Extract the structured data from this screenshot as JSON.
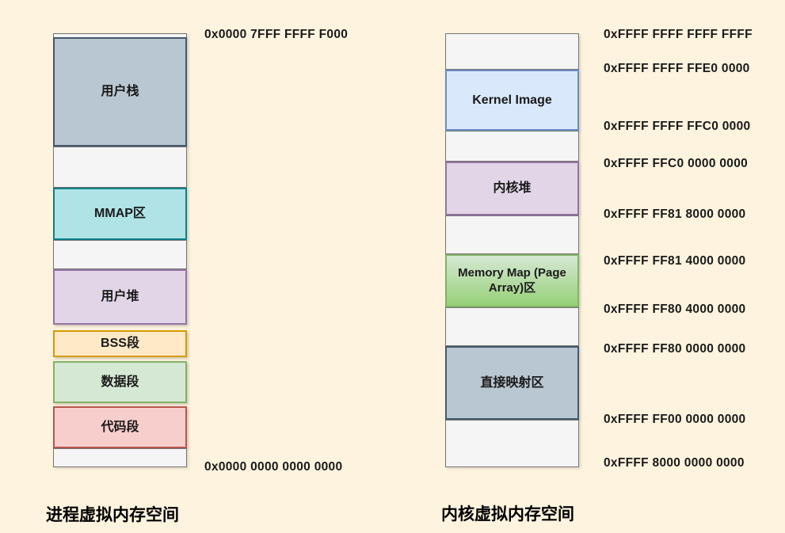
{
  "page": {
    "background_color": "#fdf3de"
  },
  "process_space": {
    "title": "进程虚拟内存空间",
    "top_address": "0x0000 7FFF FFFF F000",
    "bottom_address": "0x0000 0000 0000 0000",
    "segments": {
      "user_stack": "用户栈",
      "mmap": "MMAP区",
      "user_heap": "用户堆",
      "bss": "BSS段",
      "data": "数据段",
      "code": "代码段"
    }
  },
  "kernel_space": {
    "title": "内核虚拟内存空间",
    "segments": {
      "kernel_image": "Kernel Image",
      "kernel_heap": "内核堆",
      "memory_map": "Memory Map (Page Array)区",
      "direct_mapping": "直接映射区"
    },
    "addresses": [
      "0xFFFF FFFF FFFF FFFF",
      "0xFFFF FFFF FFE0 0000",
      "0xFFFF FFFF FFC0 0000",
      "0xFFFF FFC0 0000 0000",
      "0xFFFF FF81 8000 0000",
      "0xFFFF FF81 4000 0000",
      "0xFFFF FF80 4000 0000",
      "0xFFFF FF80 0000 0000",
      "0xFFFF FF00 0000 0000",
      "0xFFFF 8000 0000 0000"
    ]
  },
  "colors": {
    "background": "#fdf3de",
    "user_stack_fill": "#b9c7d2",
    "user_stack_border": "#44596c",
    "mmap_fill": "#b0e3e6",
    "mmap_border": "#0e8088",
    "heap_fill": "#e1d5e7",
    "heap_border": "#9673a6",
    "bss_fill": "#ffe9c7",
    "bss_border": "#d79b00",
    "data_fill": "#d5e8d4",
    "data_border": "#82b366",
    "code_fill": "#f8cecc",
    "code_border": "#b85450",
    "kernel_image_fill": "#dae8fc",
    "kernel_image_border": "#6c8ebf",
    "memory_map_gradient_top": "#d5e8d4",
    "memory_map_gradient_bottom": "#97d077",
    "unused_fill": "#f5f5f5",
    "unused_border": "#757575"
  }
}
